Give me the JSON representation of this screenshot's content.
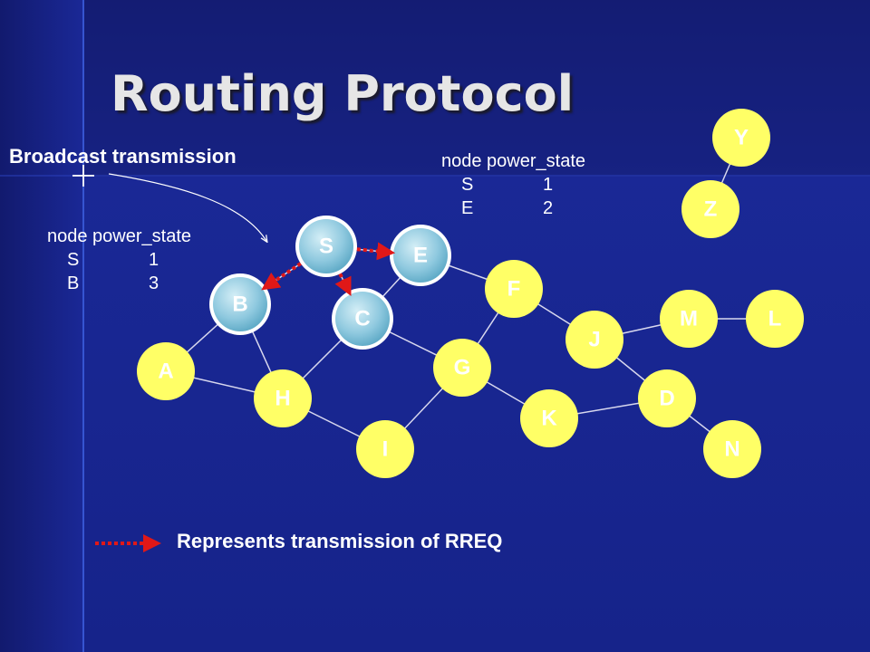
{
  "title": "Routing Protocol",
  "subtitle": "Broadcast transmission",
  "table_left": {
    "header": "node power_state",
    "rows": [
      [
        "S",
        "1"
      ],
      [
        "B",
        "3"
      ]
    ]
  },
  "table_right": {
    "header": "node power_state",
    "rows": [
      [
        "S",
        "1"
      ],
      [
        "E",
        "2"
      ]
    ]
  },
  "legend_text": "Represents transmission of RREQ",
  "colors": {
    "background": "#1c2b9e",
    "node": "#ffff66",
    "reached_node": "#a8d8e8",
    "edge": "#d8d8ee",
    "rreq_arrow": "#e01818",
    "text": "#ffffff"
  },
  "nodes": [
    {
      "id": "S",
      "reached": true
    },
    {
      "id": "E",
      "reached": true
    },
    {
      "id": "B",
      "reached": true
    },
    {
      "id": "C",
      "reached": true
    },
    {
      "id": "A",
      "reached": false
    },
    {
      "id": "H",
      "reached": false
    },
    {
      "id": "I",
      "reached": false
    },
    {
      "id": "G",
      "reached": false
    },
    {
      "id": "F",
      "reached": false
    },
    {
      "id": "J",
      "reached": false
    },
    {
      "id": "K",
      "reached": false
    },
    {
      "id": "D",
      "reached": false
    },
    {
      "id": "M",
      "reached": false
    },
    {
      "id": "L",
      "reached": false
    },
    {
      "id": "N",
      "reached": false
    },
    {
      "id": "Z",
      "reached": false
    },
    {
      "id": "Y",
      "reached": false
    }
  ],
  "edges": [
    [
      "S",
      "E"
    ],
    [
      "S",
      "B"
    ],
    [
      "S",
      "C"
    ],
    [
      "E",
      "F"
    ],
    [
      "E",
      "C"
    ],
    [
      "B",
      "A"
    ],
    [
      "B",
      "H"
    ],
    [
      "A",
      "H"
    ],
    [
      "H",
      "C"
    ],
    [
      "H",
      "I"
    ],
    [
      "C",
      "G"
    ],
    [
      "I",
      "G"
    ],
    [
      "G",
      "F"
    ],
    [
      "G",
      "K"
    ],
    [
      "F",
      "J"
    ],
    [
      "J",
      "M"
    ],
    [
      "M",
      "L"
    ],
    [
      "J",
      "D"
    ],
    [
      "K",
      "D"
    ],
    [
      "D",
      "N"
    ],
    [
      "Z",
      "Y"
    ]
  ],
  "rreq": [
    [
      "S",
      "E"
    ],
    [
      "S",
      "B"
    ],
    [
      "S",
      "C"
    ]
  ]
}
